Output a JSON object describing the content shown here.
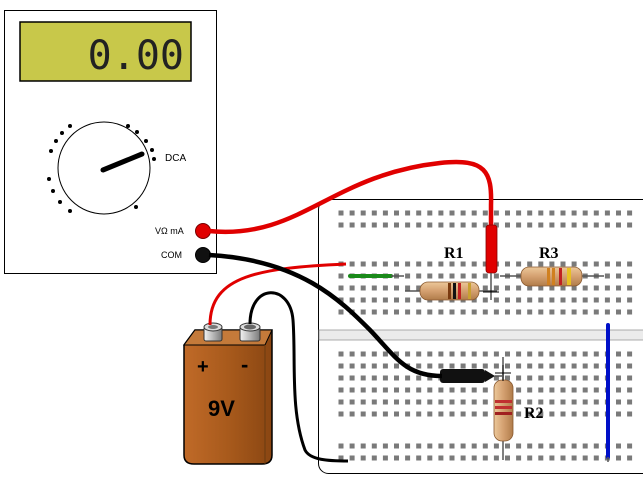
{
  "multimeter": {
    "display": "0.00",
    "dial_mode": "DCA",
    "jack_vohm": "VΩ mA",
    "jack_com": "COM"
  },
  "battery": {
    "label": "9V",
    "plus": "+",
    "minus": "-"
  },
  "resistors": {
    "r1": "R1",
    "r2": "R2",
    "r3": "R3"
  },
  "colors": {
    "lcd": "#c8c84a",
    "lead_red": "#e00000",
    "lead_black": "#000000",
    "battery_body": "#a85a1c",
    "resistor_body": "#d8a874",
    "wire_green": "#1a8a1a",
    "wire_blue": "#0010c8"
  }
}
